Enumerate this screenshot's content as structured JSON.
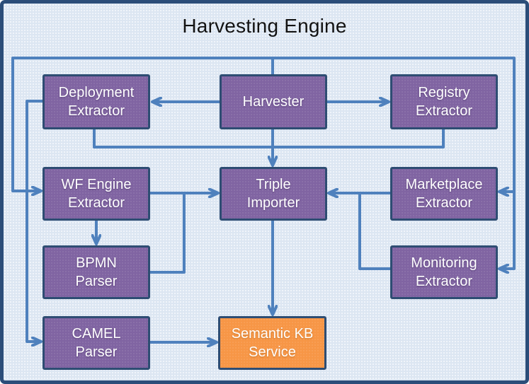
{
  "diagram": {
    "title": "Harvesting Engine",
    "nodes": [
      {
        "id": "deployment-extractor",
        "label": "Deployment\nExtractor",
        "type": "component"
      },
      {
        "id": "harvester",
        "label": "Harvester",
        "type": "component"
      },
      {
        "id": "registry-extractor",
        "label": "Registry\nExtractor",
        "type": "component"
      },
      {
        "id": "wf-engine-extractor",
        "label": "WF Engine\nExtractor",
        "type": "component"
      },
      {
        "id": "triple-importer",
        "label": "Triple\nImporter",
        "type": "component"
      },
      {
        "id": "marketplace-extractor",
        "label": "Marketplace\nExtractor",
        "type": "component"
      },
      {
        "id": "bpmn-parser",
        "label": "BPMN\nParser",
        "type": "component"
      },
      {
        "id": "monitoring-extractor",
        "label": "Monitoring\nExtractor",
        "type": "component"
      },
      {
        "id": "camel-parser",
        "label": "CAMEL\nParser",
        "type": "component"
      },
      {
        "id": "semantic-kb-service",
        "label": "Semantic KB\nService",
        "type": "service"
      }
    ],
    "edges": [
      {
        "from": "harvester",
        "to": "deployment-extractor"
      },
      {
        "from": "harvester",
        "to": "registry-extractor"
      },
      {
        "from": "harvester",
        "to": "triple-importer"
      },
      {
        "from": "harvester",
        "to": "wf-engine-extractor"
      },
      {
        "from": "harvester",
        "to": "marketplace-extractor"
      },
      {
        "from": "harvester",
        "to": "monitoring-extractor"
      },
      {
        "from": "deployment-extractor",
        "to": "triple-importer"
      },
      {
        "from": "deployment-extractor",
        "to": "camel-parser"
      },
      {
        "from": "registry-extractor",
        "to": "triple-importer"
      },
      {
        "from": "wf-engine-extractor",
        "to": "triple-importer"
      },
      {
        "from": "wf-engine-extractor",
        "to": "bpmn-parser"
      },
      {
        "from": "bpmn-parser",
        "to": "triple-importer"
      },
      {
        "from": "marketplace-extractor",
        "to": "triple-importer"
      },
      {
        "from": "monitoring-extractor",
        "to": "triple-importer"
      },
      {
        "from": "triple-importer",
        "to": "semantic-kb-service"
      },
      {
        "from": "camel-parser",
        "to": "semantic-kb-service"
      }
    ],
    "colors": {
      "background": "#dce6f2",
      "frame_border": "#2b4d79",
      "component_fill": "#8064a2",
      "component_border": "#2e4d73",
      "service_fill": "#f79646",
      "connector": "#4f81bd",
      "node_text": "#ffffff",
      "title_text": "#121212"
    }
  }
}
